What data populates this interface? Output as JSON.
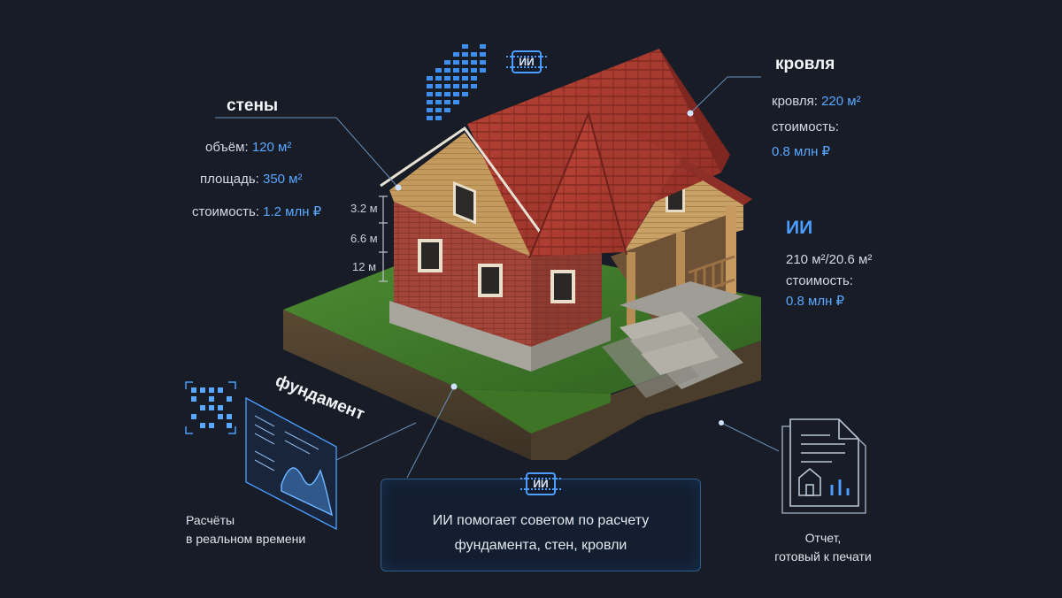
{
  "walls": {
    "title": "стены",
    "volume_label": "объём:",
    "volume_value": "120 м²",
    "area_label": "площадь:",
    "area_value": "350 м²",
    "cost_label": "стоимость:",
    "cost_value": "1.2 млн ₽"
  },
  "dimensions": [
    "3.2 м",
    "6.6 м",
    "12 м"
  ],
  "roof": {
    "title": "кровля",
    "area_label": "кровля:",
    "area_value": "220 м²",
    "cost_label": "стоимость:",
    "cost_value": "0.8 млн ₽"
  },
  "ai_panel": {
    "title": "ИИ",
    "area_value": "210 м²/20.6 м²",
    "cost_label": "стоимость:",
    "cost_value": "0.8 млн ₽"
  },
  "foundation": {
    "title": "фундамент"
  },
  "realtime": {
    "line1": "Расчёты",
    "line2": "в реальном времени"
  },
  "ai_box": {
    "chip": "ИИ",
    "line1": "ИИ помогает советом по расчету",
    "line2": "фундамента, стен, кровли"
  },
  "top_chip": "ИИ",
  "report": {
    "line1": "Отчет,",
    "line2": "готовый к печати"
  },
  "colors": {
    "background": "#171c27",
    "accent_blue": "#4b9dff",
    "grass": "#3f7a2a",
    "brick": "#a4453a",
    "roof_tile": "#a8362e",
    "siding": "#c59a5f"
  }
}
